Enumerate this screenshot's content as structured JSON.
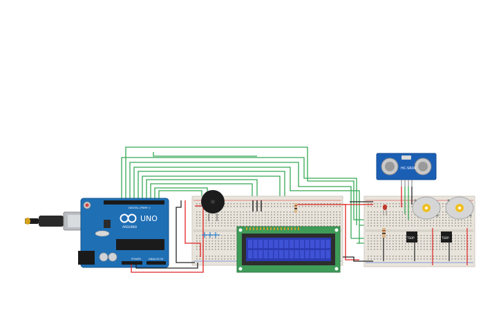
{
  "arduino": {
    "logo_text": "UNO",
    "brand_text": "ARDUINO",
    "digital_label": "DIGITAL (PWM~)",
    "power_label": "POWER",
    "analog_label": "ANALOG IN"
  },
  "sensor": {
    "model_label": "HC-SR04"
  },
  "ir_sensors": {
    "label": "TSOP"
  },
  "colors": {
    "board_blue": "#1f6fb5",
    "breadboard": "#e8e4dc",
    "lcd_pcb": "#3f9b58",
    "lcd_screen": "#2c3cb4",
    "wire_green": "#34a853",
    "wire_red": "#e02020",
    "wire_black": "#222222",
    "sensor_blue": "#1b5fb5",
    "motor_gray": "#d6d6d6",
    "motor_hub": "#f0c020"
  }
}
